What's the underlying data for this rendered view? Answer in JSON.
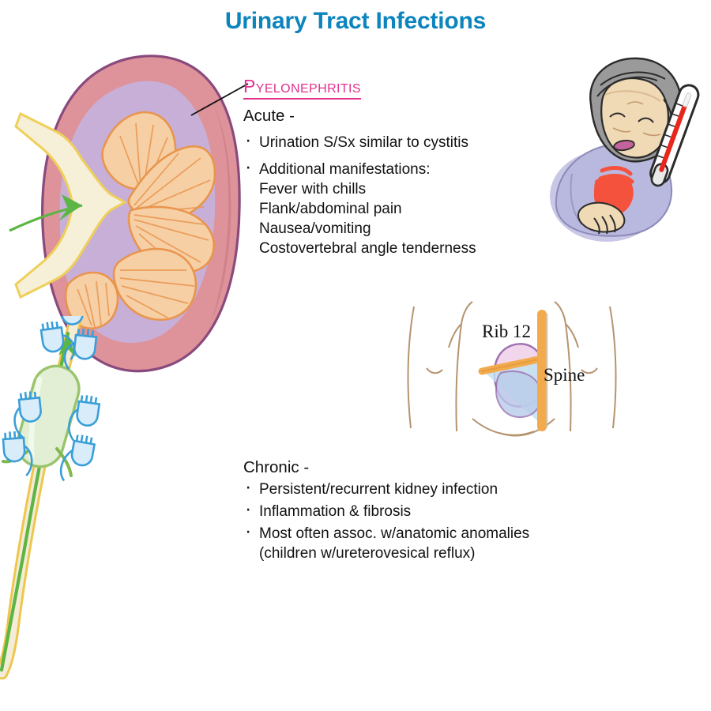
{
  "title": "Urinary Tract Infections",
  "acute": {
    "heading": "Pyelonephritis",
    "heading_first": "P",
    "heading_rest": "YELONEPHRITIS",
    "label": "Acute -",
    "bullets": [
      "Urination S/Sx similar to cystitis",
      "Additional manifestations:"
    ],
    "sub_items": [
      "Fever with chills",
      "Flank/abdominal pain",
      "Nausea/vomiting",
      "Costovertebral angle tenderness"
    ]
  },
  "chronic": {
    "label": "Chronic -",
    "bullets": [
      "Persistent/recurrent kidney infection",
      "Inflammation & fibrosis",
      "Most often assoc. w/anatomic anomalies"
    ],
    "continuation": "(children w/ureterovesical reflux)"
  },
  "cva_diagram": {
    "rib_label": "Rib 12",
    "spine_label": "Spine"
  },
  "colors": {
    "title_blue": "#0c84bd",
    "heading_pink": "#e0318f",
    "body_text": "#111111",
    "kidney_capsule": "#dd9399",
    "kidney_capsule_outline": "#8a4a7d",
    "kidney_cortex": "#c8afd8",
    "pyramid_fill": "#f6cfa4",
    "pyramid_outline": "#e8954d",
    "renal_pelvis": "#f7f0d8",
    "pelvis_outline": "#efcf5a",
    "infection_arrow_green": "#5cb544",
    "bacteria_fill": "#d9ecf9",
    "bacteria_outline": "#3a9fd8",
    "bladder_fill": "#e2efd4",
    "bladder_outline": "#9ac46a",
    "ureter_fill": "#f4ecd6",
    "ureter_outline": "#eec64e",
    "sweater_lavender": "#b9b8de",
    "hair_gray": "#9a9a9a",
    "skin_tan": "#f0d9b5",
    "pain_red": "#f4523c",
    "thermo_red": "#e8261c",
    "torso_outline": "#b59470",
    "rib_orange": "#f2aa4c",
    "cva_triangle_blue": "#bfe2f2",
    "cva_kidney_pink": "#f2d6ec",
    "cva_kidney_blue": "#b9cbea",
    "cva_kidney_outline": "#9b6fae"
  }
}
